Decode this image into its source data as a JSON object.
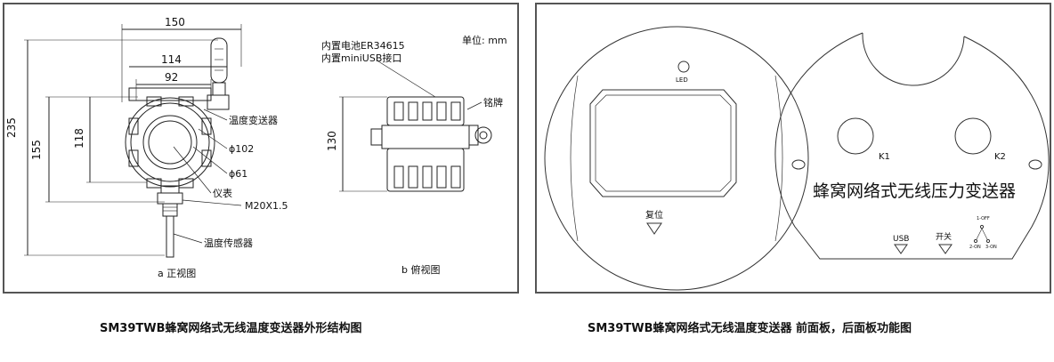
{
  "left": {
    "dims": {
      "d150": "150",
      "d114": "114",
      "d92": "92",
      "d235": "235",
      "d155": "155",
      "d118": "118",
      "d130": "130"
    },
    "unit": "单位: mm",
    "labels": {
      "transmitter": "温度变送器",
      "phi102": "ϕ102",
      "phi61": "ϕ61",
      "meter": "仪表",
      "thread": "M20X1.5",
      "sensor": "温度传感器",
      "battery": "内置电池ER34615",
      "usb": "内置miniUSB接口",
      "nameplate": "铭牌"
    },
    "views": {
      "front": "a 正视图",
      "top": "b 俯视图"
    }
  },
  "right": {
    "led": "LED",
    "reset": "复位",
    "k1": "K1",
    "k2": "K2",
    "title": "蜂窝网络式无线压力变送器",
    "usb": "USB",
    "switch": "开关",
    "off": "1-OFF",
    "on2": "2-ON",
    "on3": "3-ON"
  },
  "captions": {
    "left": "SM39TWB蜂窝网络式无线温度变送器外形结构图",
    "right": "SM39TWB蜂窝网络式无线温度变送器 前面板，后面板功能图"
  }
}
